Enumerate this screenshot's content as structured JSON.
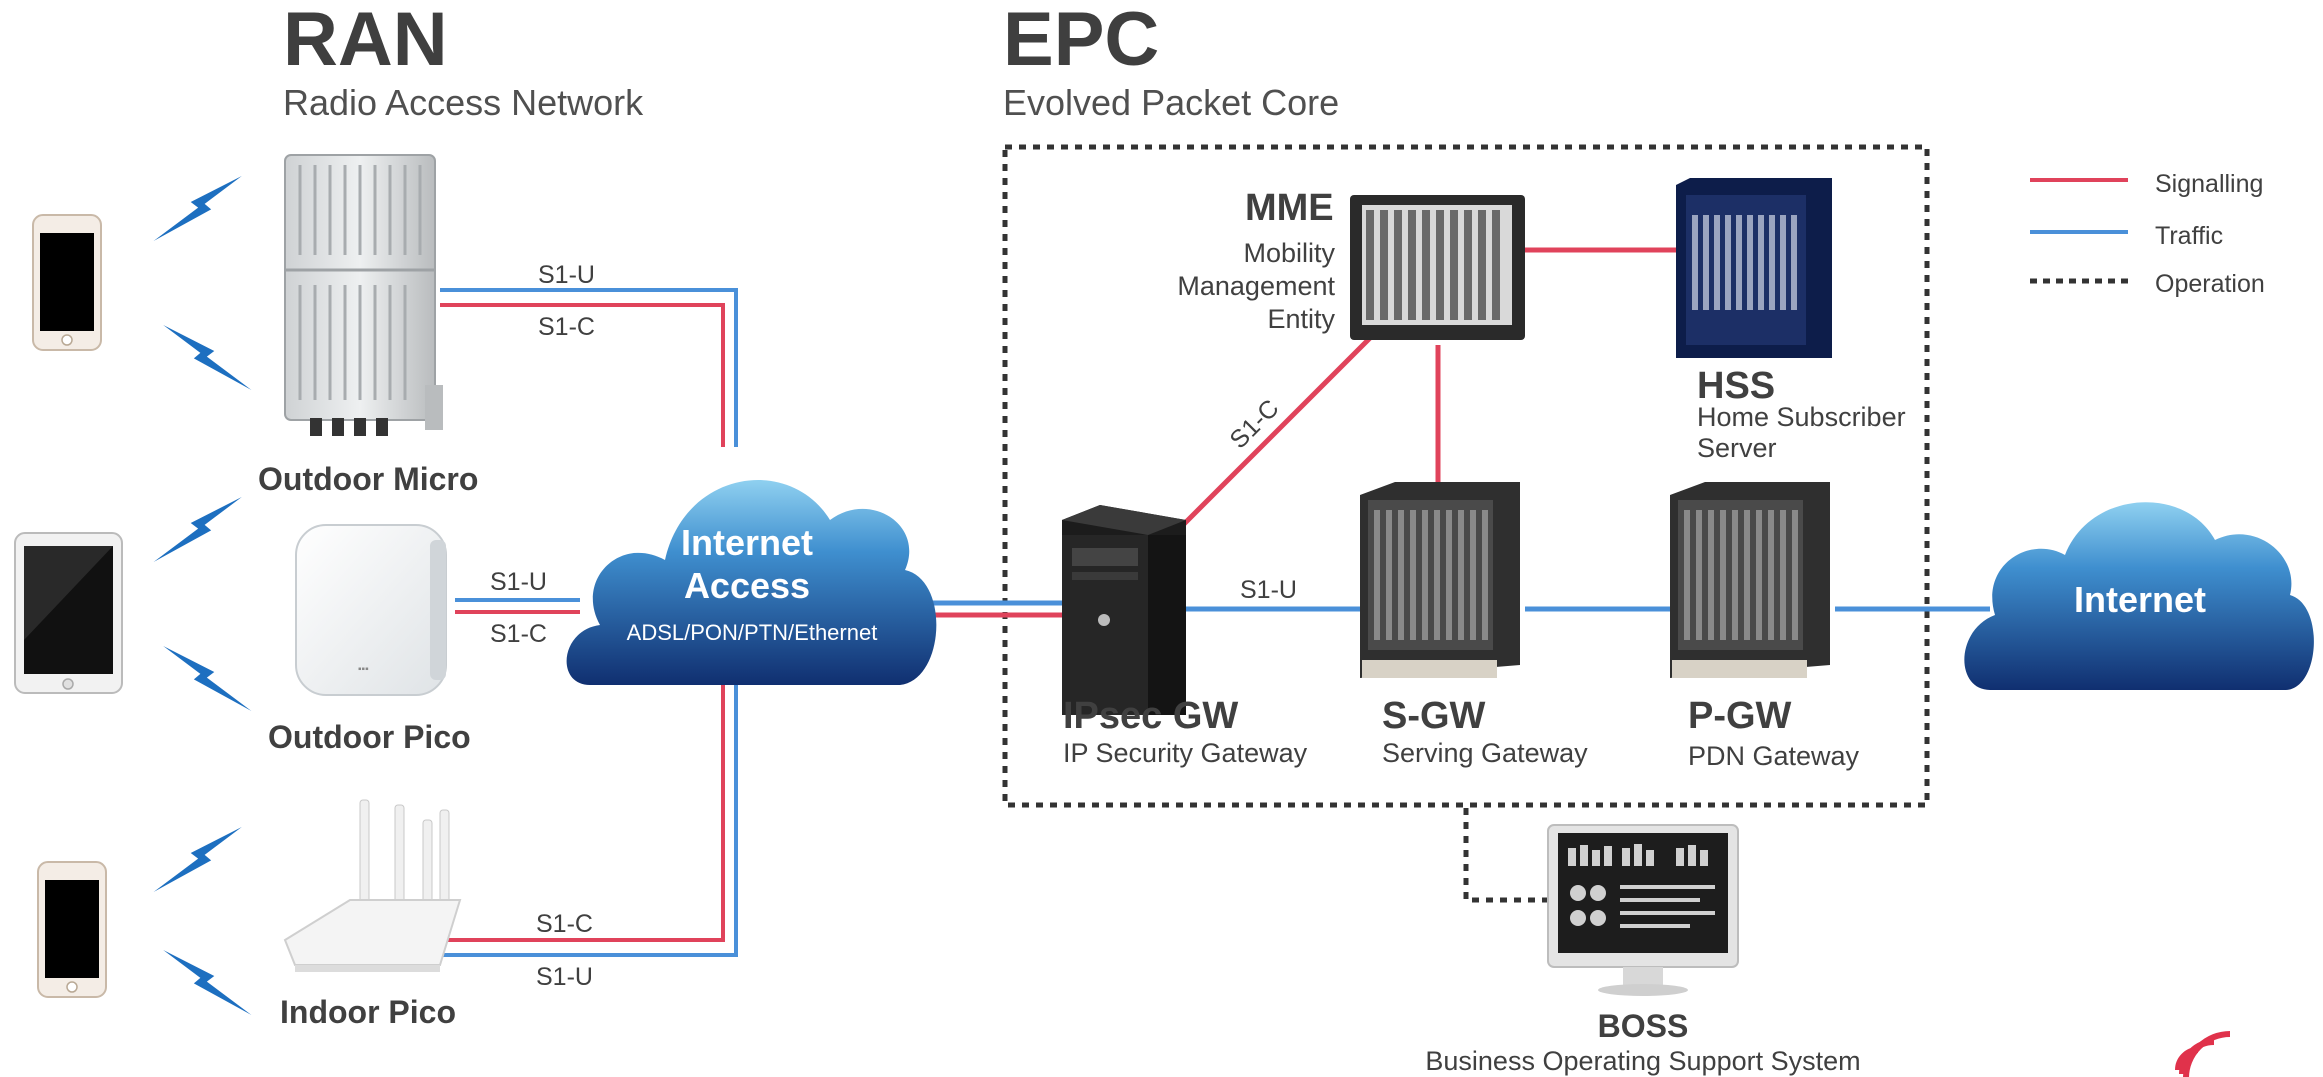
{
  "colors": {
    "signalling": "#e0435b",
    "traffic": "#4a90d9",
    "operation": "#333333",
    "cloud_dark": "#173f86",
    "cloud_light": "#7fc6ea",
    "bolt": "#1d6fc0"
  },
  "sections": {
    "ran_title": "RAN",
    "ran_subtitle": "Radio Access Network",
    "epc_title": "EPC",
    "epc_subtitle": "Evolved Packet Core"
  },
  "devices": {
    "outdoor_micro": "Outdoor Micro",
    "outdoor_pico": "Outdoor Pico",
    "indoor_pico": "Indoor Pico"
  },
  "clouds": {
    "access_title_line1": "Internet",
    "access_title_line2": "Access",
    "access_sub": "ADSL/PON/PTN/Ethernet",
    "internet": "Internet"
  },
  "links": {
    "micro_u": "S1-U",
    "micro_c": "S1-C",
    "pico_u": "S1-U",
    "pico_c": "S1-C",
    "indoor_c": "S1-C",
    "indoor_u": "S1-U",
    "ipsec_mme": "S1-C",
    "ipsec_sgw": "S1-U"
  },
  "nodes": {
    "mme_title": "MME",
    "mme_desc_1": "Mobility",
    "mme_desc_2": "Management",
    "mme_desc_3": "Entity",
    "hss_title": "HSS",
    "hss_desc_1": "Home Subscriber",
    "hss_desc_2": "Server",
    "ipsec_title": "IPsec GW",
    "ipsec_desc": "IP Security Gateway",
    "sgw_title": "S-GW",
    "sgw_desc": "Serving Gateway",
    "pgw_title": "P-GW",
    "pgw_desc": "PDN Gateway",
    "boss_title": "BOSS",
    "boss_desc": "Business Operating Support System"
  },
  "legend": {
    "signalling": "Signalling",
    "traffic": "Traffic",
    "operation": "Operation"
  },
  "icons": [
    "phone-icon",
    "tablet-icon",
    "lightning-icon",
    "outdoor-micro-icon",
    "outdoor-pico-icon",
    "router-icon",
    "server-tower-icon",
    "rack-server-icon",
    "monitor-icon",
    "cloud-icon",
    "logo-icon"
  ]
}
